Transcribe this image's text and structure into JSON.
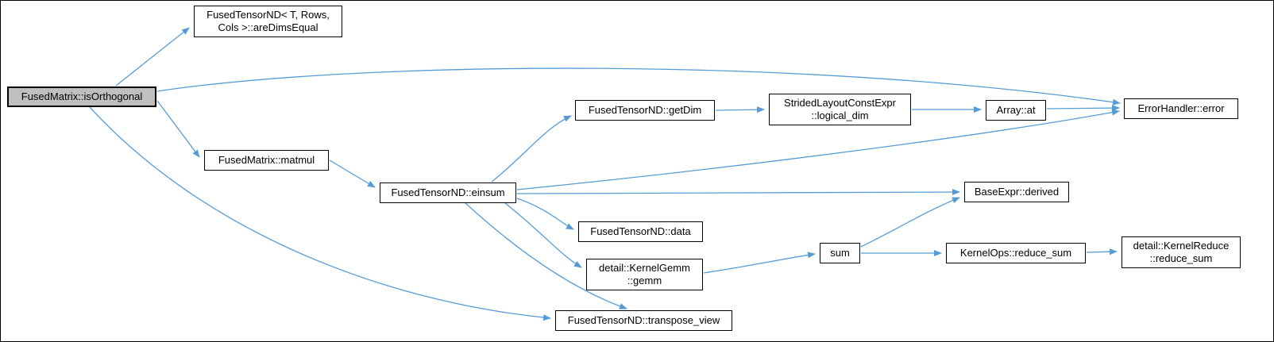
{
  "diagram": {
    "type": "call-graph",
    "colors": {
      "bg": "#ffffff",
      "edge": "#559cd6",
      "node_bg": "#ffffff",
      "node_border": "#000000",
      "highlight_bg": "#bfbfbf"
    },
    "nodes": [
      {
        "id": "isOrthogonal",
        "label": "FusedMatrix::isOrthogonal",
        "highlight": true
      },
      {
        "id": "areDimsEqual",
        "label": "FusedTensorND< T, Rows,\nCols >::areDimsEqual"
      },
      {
        "id": "matmul",
        "label": "FusedMatrix::matmul"
      },
      {
        "id": "einsum",
        "label": "FusedTensorND::einsum"
      },
      {
        "id": "getDim",
        "label": "FusedTensorND::getDim"
      },
      {
        "id": "logical_dim",
        "label": "StridedLayoutConstExpr\n::logical_dim"
      },
      {
        "id": "array_at",
        "label": "Array::at"
      },
      {
        "id": "error",
        "label": "ErrorHandler::error"
      },
      {
        "id": "derived",
        "label": "BaseExpr::derived"
      },
      {
        "id": "data",
        "label": "FusedTensorND::data"
      },
      {
        "id": "gemm",
        "label": "detail::KernelGemm\n::gemm"
      },
      {
        "id": "sum",
        "label": "sum"
      },
      {
        "id": "reduce_sum",
        "label": "KernelOps::reduce_sum"
      },
      {
        "id": "kernel_reduce_sum",
        "label": "detail::KernelReduce\n::reduce_sum"
      },
      {
        "id": "transpose_view",
        "label": "FusedTensorND::transpose_view"
      }
    ],
    "edges": [
      {
        "from": "isOrthogonal",
        "to": "areDimsEqual"
      },
      {
        "from": "isOrthogonal",
        "to": "error"
      },
      {
        "from": "isOrthogonal",
        "to": "matmul"
      },
      {
        "from": "isOrthogonal",
        "to": "transpose_view"
      },
      {
        "from": "matmul",
        "to": "einsum"
      },
      {
        "from": "einsum",
        "to": "getDim"
      },
      {
        "from": "einsum",
        "to": "error"
      },
      {
        "from": "einsum",
        "to": "derived"
      },
      {
        "from": "einsum",
        "to": "data"
      },
      {
        "from": "einsum",
        "to": "gemm"
      },
      {
        "from": "einsum",
        "to": "transpose_view"
      },
      {
        "from": "getDim",
        "to": "logical_dim"
      },
      {
        "from": "logical_dim",
        "to": "array_at"
      },
      {
        "from": "array_at",
        "to": "error"
      },
      {
        "from": "gemm",
        "to": "sum"
      },
      {
        "from": "sum",
        "to": "derived"
      },
      {
        "from": "sum",
        "to": "reduce_sum"
      },
      {
        "from": "reduce_sum",
        "to": "kernel_reduce_sum"
      }
    ]
  }
}
